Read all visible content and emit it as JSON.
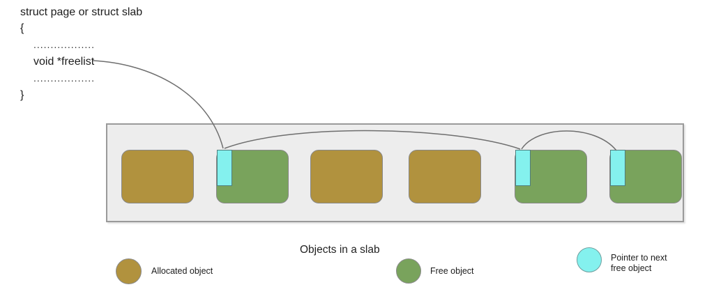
{
  "code": {
    "line1": "struct page or struct slab",
    "open_brace": "{",
    "dots1": "..................",
    "freelist": "void *freelist",
    "dots2": "..................",
    "close_brace": "}"
  },
  "caption": "Objects in a slab",
  "legend": [
    {
      "label": "Allocated object",
      "type": "allocated"
    },
    {
      "label": "Free object",
      "type": "free"
    },
    {
      "label": "Pointer to next free object",
      "type": "pointer"
    }
  ],
  "slab": {
    "objects": [
      {
        "type": "allocated",
        "has_pointer": false
      },
      {
        "type": "free",
        "has_pointer": true
      },
      {
        "type": "allocated",
        "has_pointer": false
      },
      {
        "type": "allocated",
        "has_pointer": false
      },
      {
        "type": "free",
        "has_pointer": true
      },
      {
        "type": "free",
        "has_pointer": true
      }
    ]
  },
  "colors": {
    "allocated": "#b1923e",
    "free": "#79a35c",
    "pointer": "#84f1ee",
    "slab_bg": "#ededed",
    "slab_border": "#9a9a9a",
    "object_border": "#878787",
    "connector": "#6e6e6e"
  }
}
